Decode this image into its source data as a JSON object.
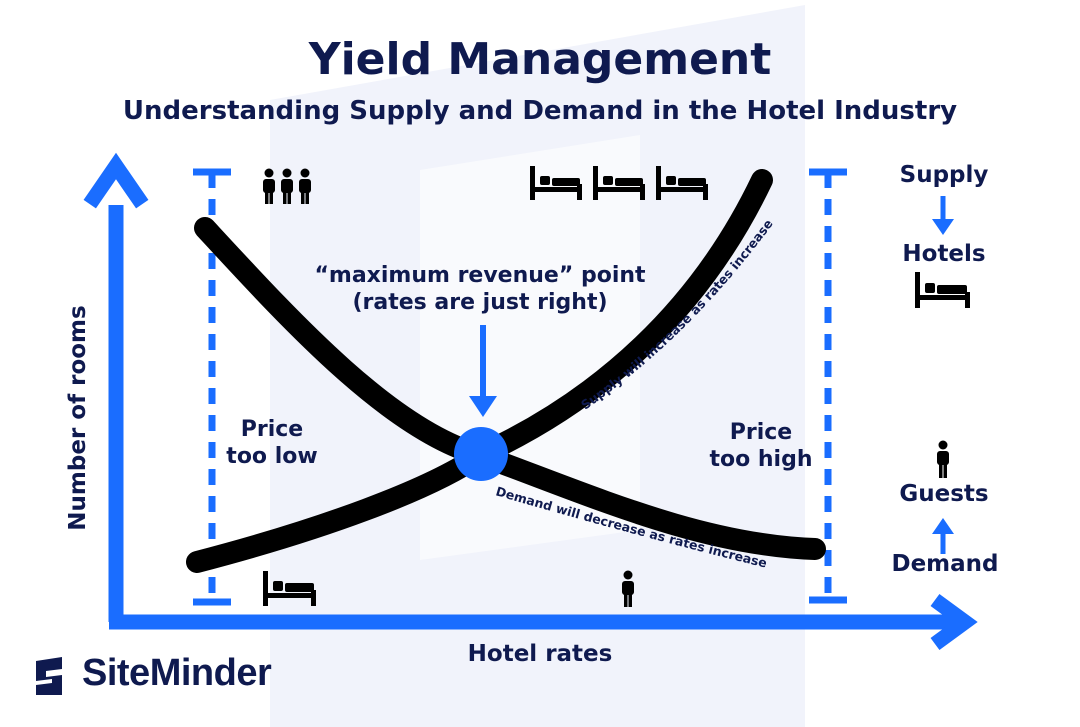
{
  "header": {
    "title": "Yield Management",
    "subtitle": "Understanding Supply and Demand in the Hotel Industry"
  },
  "axes": {
    "y_label": "Number of rooms",
    "x_label": "Hotel rates"
  },
  "annotations": {
    "max_revenue_line1": "“maximum revenue” point",
    "max_revenue_line2": "(rates are just right)",
    "price_low_line1": "Price",
    "price_low_line2": "too low",
    "price_high_line1": "Price",
    "price_high_line2": "too high",
    "supply_curve_label": "Supply will increase as rates increase",
    "demand_curve_label": "Demand will decrease as rates increase"
  },
  "legend": {
    "supply": "Supply",
    "hotels": "Hotels",
    "guests": "Guests",
    "demand": "Demand"
  },
  "brand": {
    "name": "SiteMinder"
  },
  "colors": {
    "accent_blue": "#1a6dff",
    "navy_text": "#0f1a4f",
    "curve_black": "#000000",
    "background_shape": "#f1f3fb"
  },
  "icons": [
    "people-group-icon",
    "beds-group-icon",
    "bed-icon",
    "person-icon",
    "arrow-down-icon",
    "arrow-up-icon",
    "siteminder-logo-icon"
  ]
}
